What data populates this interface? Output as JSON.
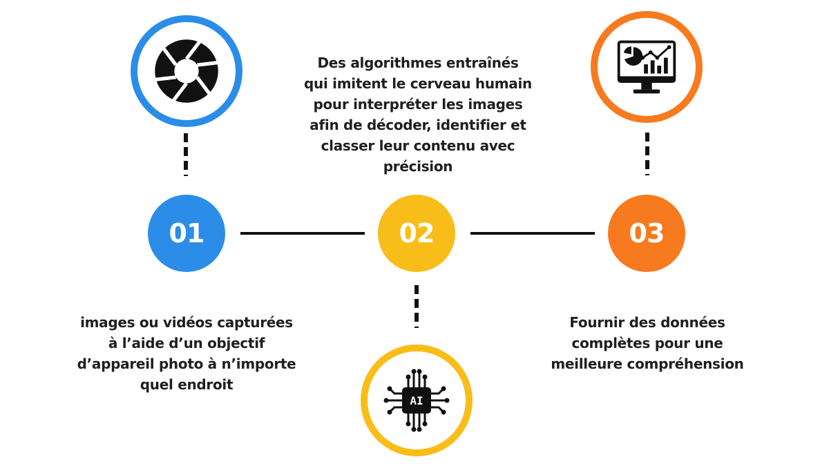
{
  "colors": {
    "blue": "#2b8de8",
    "yellow": "#f9bd1a",
    "orange": "#f77a1f",
    "line": "#111111",
    "text": "#1f1f1f"
  },
  "steps": [
    {
      "number": "01",
      "color": "#2b8de8",
      "icon": "camera-aperture-icon",
      "lines": [
        "images ou vidéos capturées",
        "à l’aide d’un objectif",
        "d’appareil photo à n’importe",
        "quel endroit"
      ]
    },
    {
      "number": "02",
      "color": "#f9bd1a",
      "icon": "ai-chip-icon",
      "icon_label": "AI",
      "lines": [
        "Des algorithmes entraînés",
        "qui imitent le cerveau humain",
        "pour interpréter les images",
        "afin de décoder, identifier et",
        "classer leur contenu avec",
        "précision"
      ]
    },
    {
      "number": "03",
      "color": "#f77a1f",
      "icon": "analytics-monitor-icon",
      "lines": [
        "Fournir des données",
        "complètes pour une",
        "meilleure compréhension"
      ]
    }
  ]
}
